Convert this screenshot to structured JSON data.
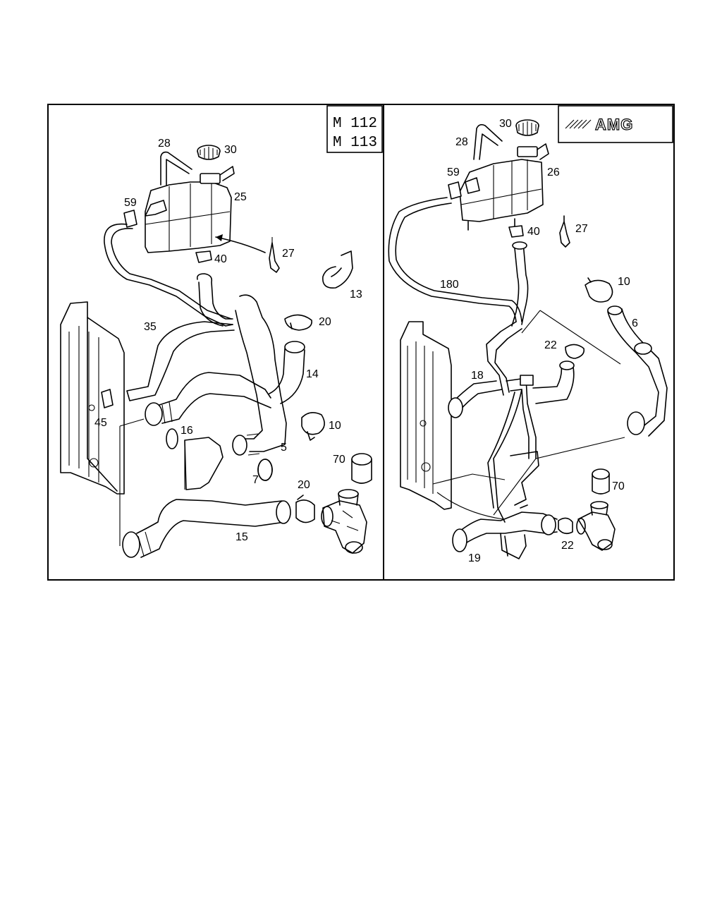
{
  "left_panel": {
    "engine_box": {
      "line1": "M 112",
      "line2": "M 113"
    },
    "callouts": {
      "c28": "28",
      "c30": "30",
      "c25": "25",
      "c59": "59",
      "c27": "27",
      "c40": "40",
      "c13": "13",
      "c35": "35",
      "c20a": "20",
      "c14": "14",
      "c45": "45",
      "c16": "16",
      "c10": "10",
      "c5": "5",
      "c7": "7",
      "c70": "70",
      "c20b": "20",
      "c15": "15"
    }
  },
  "right_panel": {
    "logo_text": "AMG",
    "callouts": {
      "c30": "30",
      "c28": "28",
      "c59": "59",
      "c26": "26",
      "c40": "40",
      "c27": "27",
      "c180": "180",
      "c10": "10",
      "c6": "6",
      "c22a": "22",
      "c18": "18",
      "c70": "70",
      "c22b": "22",
      "c19": "19"
    }
  }
}
